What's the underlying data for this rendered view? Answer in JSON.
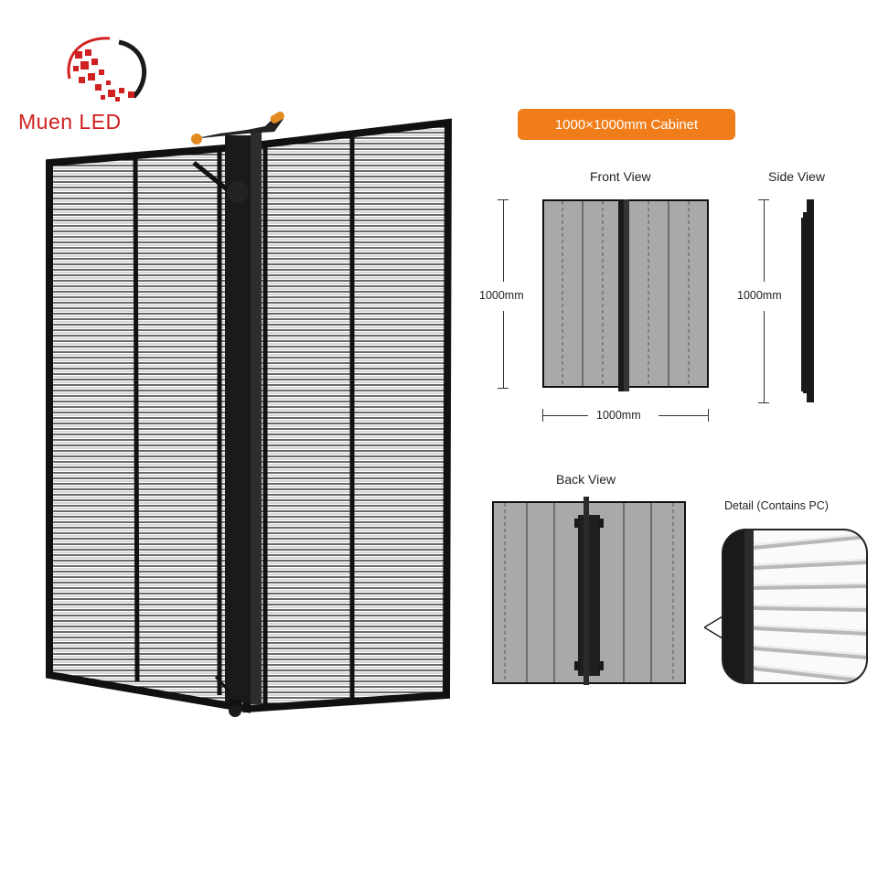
{
  "brand": {
    "name": "Muen LED",
    "color": "#d02020"
  },
  "cabinet_badge": {
    "text": "1000×1000mm Cabinet",
    "color": "#f07d1a"
  },
  "views": {
    "front": {
      "title": "Front View",
      "height_label": "1000mm",
      "width_label": "1000mm"
    },
    "side": {
      "title": "Side View",
      "height_label": "1000mm"
    },
    "back": {
      "title": "Back View"
    },
    "detail": {
      "title": "Detail (Contains PC)"
    }
  },
  "icons": {
    "logo": "pixel-swirl-logo-icon",
    "product": "transparent-led-panel-image"
  },
  "colors": {
    "panel_frame": "#1a1a1a",
    "panel_fill": "#a9a9a9",
    "accent": "#f07d1a"
  }
}
